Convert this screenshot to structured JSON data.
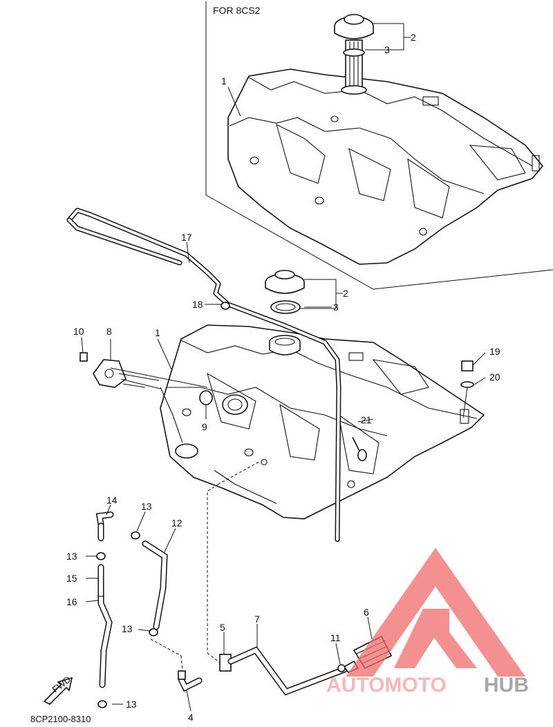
{
  "diagram": {
    "inset_title": "FOR 8CS2",
    "drawing_code": "8CP2100-8310",
    "fwd_label": "FWD",
    "callouts": [
      {
        "id": "c-2-top",
        "text": "2"
      },
      {
        "id": "c-3-top",
        "text": "3"
      },
      {
        "id": "c-1-top",
        "text": "1"
      },
      {
        "id": "c-17",
        "text": "17"
      },
      {
        "id": "c-2-mid",
        "text": "2"
      },
      {
        "id": "c-3-mid",
        "text": "3"
      },
      {
        "id": "c-18",
        "text": "18"
      },
      {
        "id": "c-10",
        "text": "10"
      },
      {
        "id": "c-8",
        "text": "8"
      },
      {
        "id": "c-1-main",
        "text": "1"
      },
      {
        "id": "c-19",
        "text": "19"
      },
      {
        "id": "c-20",
        "text": "20"
      },
      {
        "id": "c-9",
        "text": "9"
      },
      {
        "id": "c-21",
        "text": "21"
      },
      {
        "id": "c-14",
        "text": "14"
      },
      {
        "id": "c-13-a",
        "text": "13"
      },
      {
        "id": "c-12",
        "text": "12"
      },
      {
        "id": "c-13-b",
        "text": "13"
      },
      {
        "id": "c-15",
        "text": "15"
      },
      {
        "id": "c-16",
        "text": "16"
      },
      {
        "id": "c-13-c",
        "text": "13"
      },
      {
        "id": "c-5",
        "text": "5"
      },
      {
        "id": "c-7",
        "text": "7"
      },
      {
        "id": "c-6",
        "text": "6"
      },
      {
        "id": "c-11",
        "text": "11"
      },
      {
        "id": "c-13-d",
        "text": "13"
      },
      {
        "id": "c-4",
        "text": "4"
      }
    ]
  },
  "watermark": {
    "brand_part1": "AUTOMOTO",
    "brand_part2": "HUB",
    "color_primary": "#f26b6b",
    "color_secondary": "#8a8a8a"
  }
}
